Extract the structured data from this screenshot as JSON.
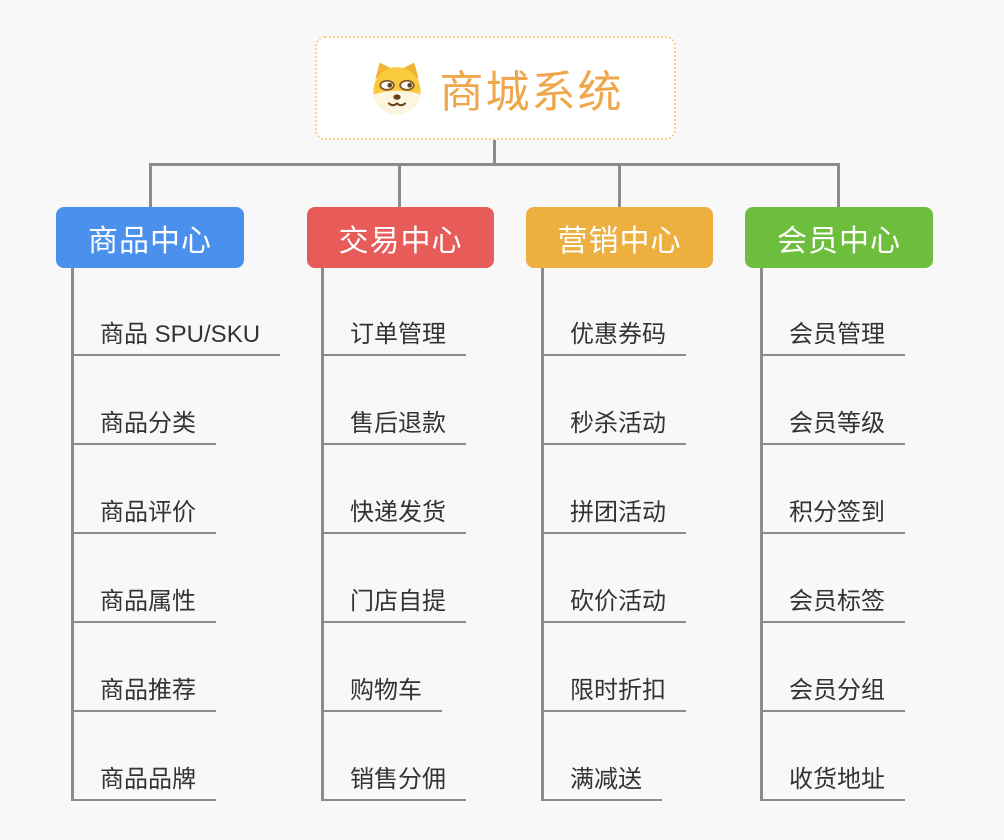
{
  "root": {
    "title": "商城系统",
    "icon": "dog-face-icon",
    "accent": "#F0A64B",
    "border_color": "#F5CE92"
  },
  "branches": [
    {
      "label": "商品中心",
      "color": "#4B90EC",
      "items": [
        "商品 SPU/SKU",
        "商品分类",
        "商品评价",
        "商品属性",
        "商品推荐",
        "商品品牌"
      ]
    },
    {
      "label": "交易中心",
      "color": "#E75B58",
      "items": [
        "订单管理",
        "售后退款",
        "快递发货",
        "门店自提",
        "购物车",
        "销售分佣"
      ]
    },
    {
      "label": "营销中心",
      "color": "#EDAF40",
      "items": [
        "优惠券码",
        "秒杀活动",
        "拼团活动",
        "砍价活动",
        "限时折扣",
        "满减送"
      ]
    },
    {
      "label": "会员中心",
      "color": "#6DBE3C",
      "items": [
        "会员管理",
        "会员等级",
        "积分签到",
        "会员标签",
        "会员分组",
        "收货地址"
      ]
    }
  ],
  "connector_color": "#8C8C8C",
  "background": "#F8F8F8",
  "text_color": "#333333"
}
